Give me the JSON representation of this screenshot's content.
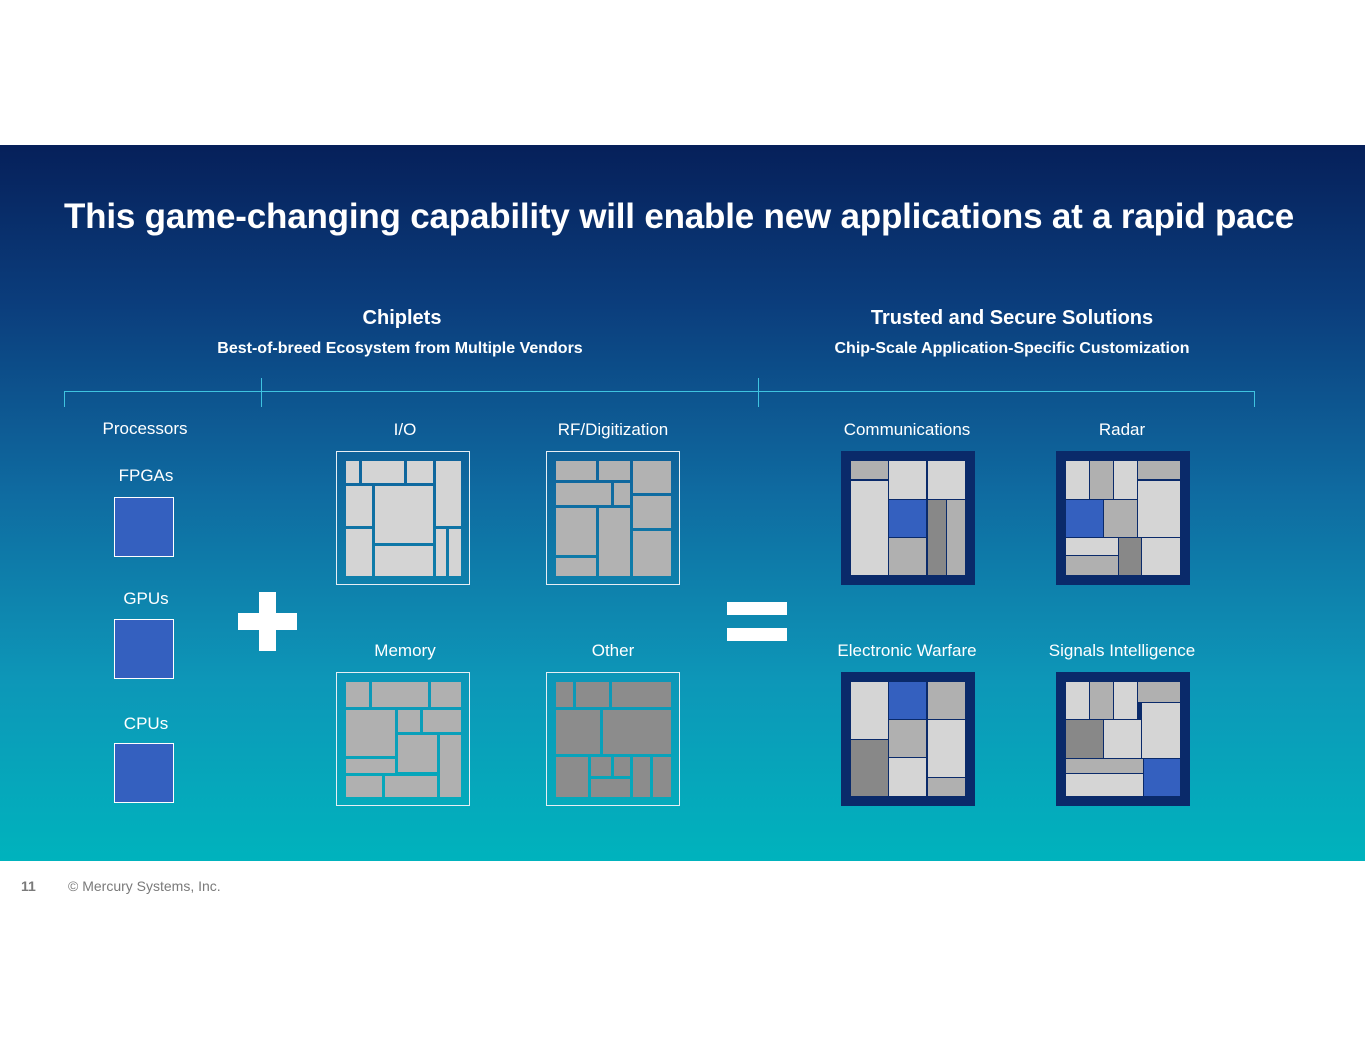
{
  "slide": {
    "title": "This game-changing capability will enable new applications at a rapid pace"
  },
  "chiplets": {
    "heading": "Chiplets",
    "subheading": "Best-of-breed Ecosystem from Multiple Vendors",
    "processors_label": "Processors",
    "processors": [
      "FPGAs",
      "GPUs",
      "CPUs"
    ],
    "categories": [
      "I/O",
      "RF/Digitization",
      "Memory",
      "Other"
    ]
  },
  "solutions": {
    "heading": "Trusted and Secure Solutions",
    "subheading": "Chip-Scale Application-Specific Customization",
    "categories": [
      "Communications",
      "Radar",
      "Electronic Warfare",
      "Signals Intelligence"
    ]
  },
  "footer": {
    "page_number": "11",
    "copyright": "© Mercury Systems, Inc."
  },
  "colors": {
    "chip_blue": "#3460bf",
    "solution_frame": "#0a2a6a",
    "bracket_line": "#3fc3e0"
  }
}
